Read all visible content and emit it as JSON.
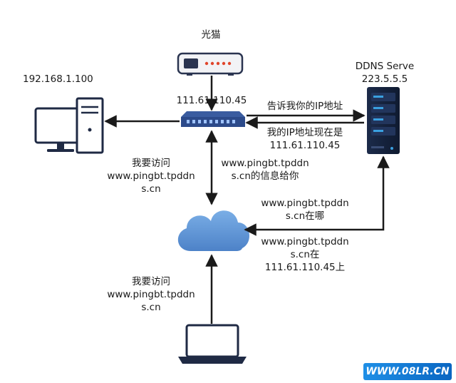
{
  "nodes": {
    "modem": {
      "label": "光猫"
    },
    "local_pc": {
      "ip": "192.168.1.100"
    },
    "router": {
      "ip": "111.61.110.45"
    },
    "ddns_server": {
      "name": "DDNS Serve",
      "ip": "223.5.5.5"
    },
    "cloud": {},
    "laptop": {}
  },
  "edges": {
    "router_to_ddns": {
      "label": "告诉我你的IP地址"
    },
    "ddns_to_router": {
      "lines": [
        "我的IP地址现在是",
        "111.61.110.45"
      ]
    },
    "router_to_cloud": {
      "lines": [
        "我要访问",
        "www.pingbt.tpddn",
        "s.cn"
      ]
    },
    "cloud_to_router": {
      "lines": [
        "www.pingbt.tpddn",
        "s.cn的信息给你"
      ]
    },
    "cloud_to_ddns": {
      "lines": [
        "www.pingbt.tpddn",
        "s.cn在哪"
      ]
    },
    "ddns_to_cloud": {
      "lines": [
        "www.pingbt.tpddn",
        "s.cn在",
        "111.61.110.45上"
      ]
    },
    "laptop_to_cloud": {
      "lines": [
        "我要访问",
        "www.pingbt.tpddn",
        "s.cn"
      ]
    }
  },
  "watermark": "WWW.08LR.CN",
  "colors": {
    "line": "#1a1a1a",
    "device_dark": "#1f2a44",
    "router_blue": "#2c4a8a",
    "cloud_blue": "#5b8fd0",
    "server_dark": "#17233d",
    "server_accent": "#3aa0e0",
    "modem_red": "#e0452b"
  }
}
